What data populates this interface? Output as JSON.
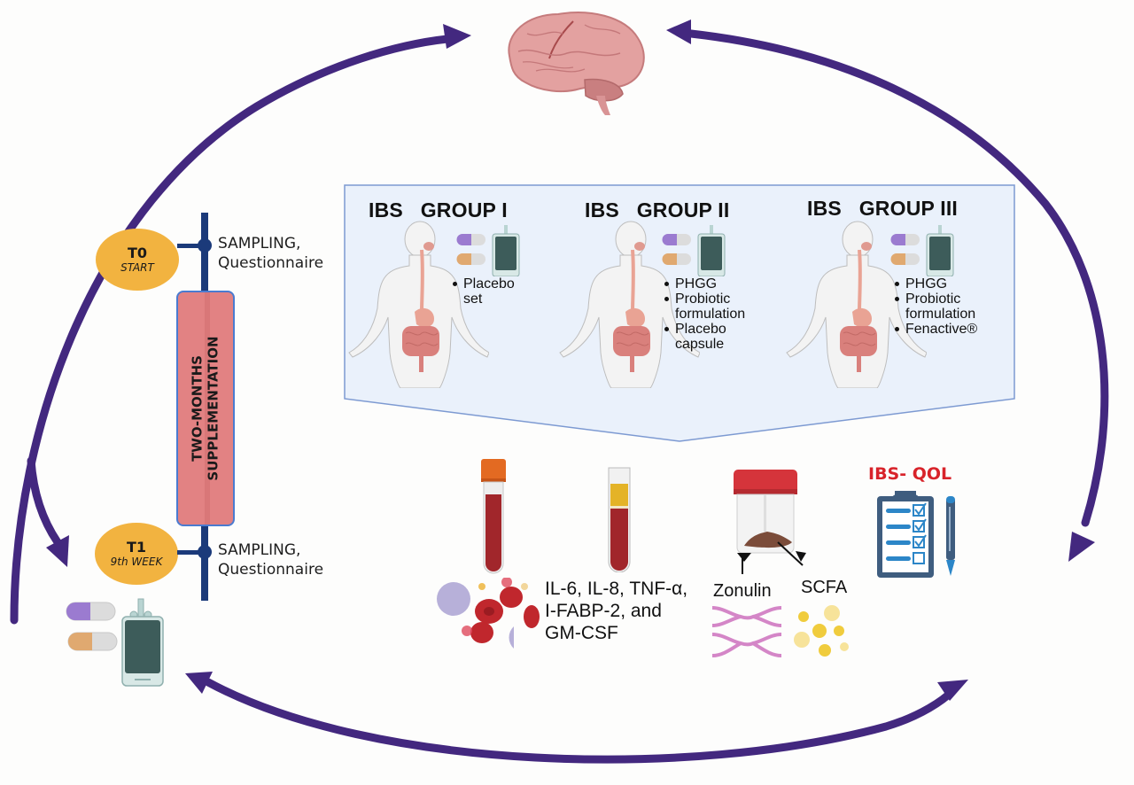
{
  "timeline": {
    "t0": {
      "label": "T0",
      "sublabel": "START",
      "note_line1": "SAMPLING,",
      "note_line2": "Questionnaire"
    },
    "t1": {
      "label": "T1",
      "sublabel": "9th WEEK",
      "note_line1": "SAMPLING,",
      "note_line2": "Questionnaire"
    },
    "supplementation_line1": "TWO-MONTHS",
    "supplementation_line2": "SUPPLEMENTATION"
  },
  "groups": [
    {
      "title": "IBS   GROUP I",
      "items": [
        [
          "Placebo",
          "set"
        ]
      ]
    },
    {
      "title": "IBS   GROUP II",
      "items": [
        [
          "PHGG"
        ],
        [
          "Probiotic",
          "formulation"
        ],
        [
          "Placebo",
          "capsule"
        ]
      ]
    },
    {
      "title": "IBS   GROUP III",
      "items": [
        [
          "PHGG"
        ],
        [
          "Probiotic",
          "formulation"
        ],
        [
          "Fenactive®"
        ]
      ]
    }
  ],
  "blood_markers": {
    "line1": "IL-6, IL-8, TNF-α,",
    "line2": "I-FABP-2, and",
    "line3": "GM-CSF"
  },
  "stool": {
    "zonulin": "Zonulin",
    "scfa": "SCFA"
  },
  "questionnaire": {
    "title": "IBS- QOL"
  },
  "icons": {
    "brain": "brain-icon",
    "capsules": "capsule-icon",
    "supplement_bag": "supplement-bag-icon",
    "body": "human-body-gut-icon",
    "blood_tube": "blood-tube-icon",
    "serum_tube": "serum-tube-icon",
    "blood_cells": "blood-cells-icon",
    "stool_container": "stool-container-icon",
    "tight_junction": "tight-junction-icon",
    "fatty_acids": "fatty-acid-droplets-icon",
    "clipboard": "clipboard-checklist-icon",
    "pen": "pen-icon"
  },
  "colors": {
    "cycle_arrow": "#43287f",
    "timeline_axis": "#1b3a7a",
    "oval": "#f2b340",
    "supplementation": "#e28283",
    "panel_fill": "#eaf1fb",
    "panel_border": "#7d9ad2",
    "qol_title": "#d8232a"
  }
}
